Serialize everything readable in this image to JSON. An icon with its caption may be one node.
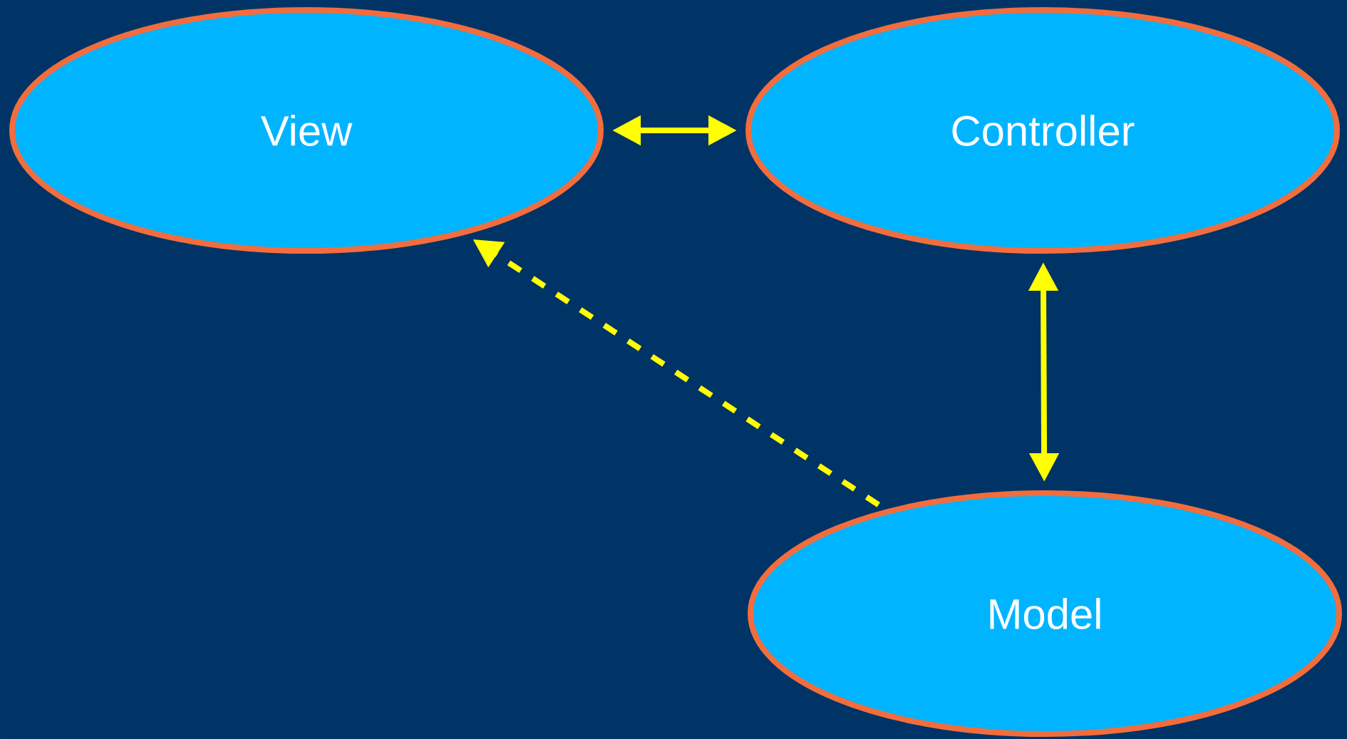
{
  "diagram": {
    "nodes": [
      {
        "text": [
          "View"
        ]
      },
      {
        "text": [
          "Controller"
        ]
      },
      {
        "text": [
          "Model"
        ]
      }
    ],
    "edges": [
      {
        "from": 0,
        "to": 1,
        "arrow": "both"
      },
      {
        "from": 1,
        "to": 2,
        "arrow": "both"
      },
      {
        "from": 2,
        "to": 0,
        "arrow": "to",
        "style": "dashed"
      }
    ]
  }
}
